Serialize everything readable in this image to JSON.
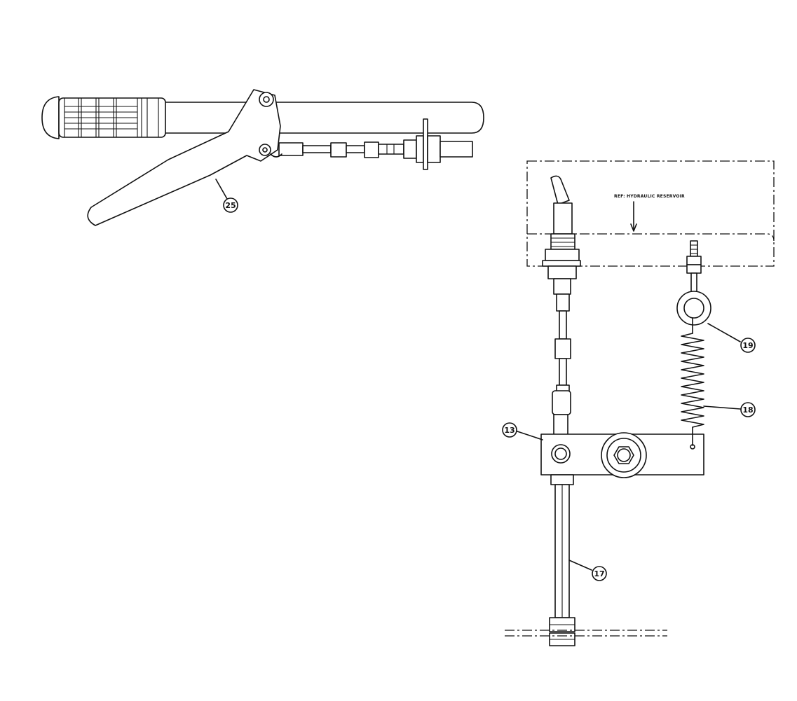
{
  "reference_note": "REF: HYDRAULIC RESERVOIR",
  "callouts": [
    {
      "id": "callout-25",
      "label": "25"
    },
    {
      "id": "callout-19",
      "label": "19"
    },
    {
      "id": "callout-18",
      "label": "18"
    },
    {
      "id": "callout-13",
      "label": "13"
    },
    {
      "id": "callout-17",
      "label": "17"
    }
  ],
  "colors": {
    "ink": "#111111",
    "paper": "#ffffff"
  }
}
